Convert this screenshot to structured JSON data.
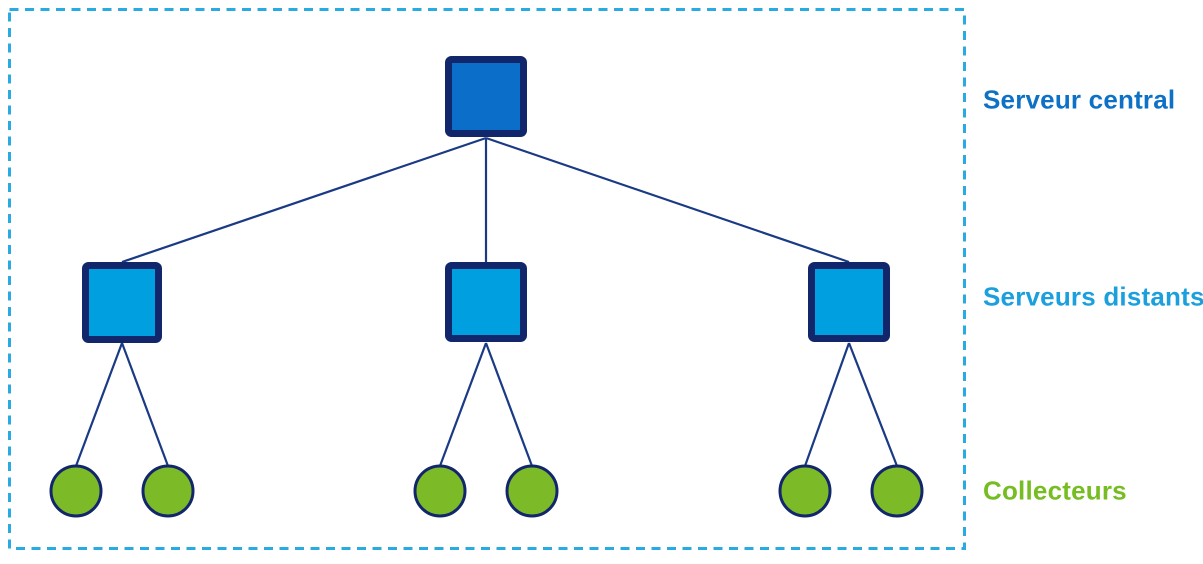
{
  "diagram": {
    "type": "tree",
    "labels": {
      "central": "Serveur central",
      "remote": "Serveurs distants",
      "collectors": "Collecteurs"
    },
    "structure": {
      "central_server_count": 1,
      "remote_server_count": 3,
      "collector_count": 6,
      "collectors_per_remote_server": 2,
      "hierarchy": "central server -> 3 remote servers -> 2 collectors each"
    },
    "colors": {
      "background": "#ffffff",
      "central-fill": "#0b6fc9",
      "remote-fill": "#009fdf",
      "collector-fill": "#7cba28",
      "node-stroke": "#12266b",
      "connector": "#1a3a85",
      "frame-dash": "#29abe2",
      "label-central": "#0d72c6",
      "label-remote": "#1b9fdd",
      "label-collectors": "#76bd22"
    }
  }
}
